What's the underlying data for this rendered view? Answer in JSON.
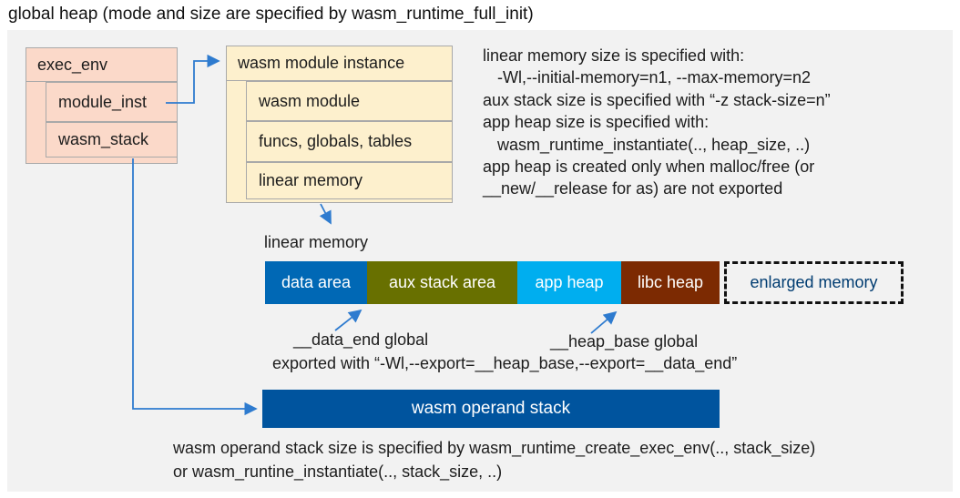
{
  "title": "global heap (mode and size are specified by wasm_runtime_full_init)",
  "exec_env": {
    "header": "exec_env",
    "rows": [
      "module_inst",
      "wasm_stack"
    ]
  },
  "module_instance": {
    "header": "wasm module instance",
    "rows": [
      "wasm module",
      "funcs, globals, tables",
      "linear memory"
    ]
  },
  "notes": {
    "lines": [
      "linear memory size is specified with:",
      "-Wl,--initial-memory=n1, --max-memory=n2",
      "aux stack size is specified with “-z stack-size=n”",
      "app heap size is specified with:",
      "wasm_runtime_instantiate(.., heap_size, ..)",
      "app heap is created only when malloc/free (or",
      "__new/__release for as) are not exported"
    ]
  },
  "linear_memory": {
    "label": "linear memory",
    "segments": [
      "data area",
      "aux stack area",
      "app heap",
      "libc heap",
      "enlarged memory"
    ],
    "annotations": {
      "data_end": "__data_end global",
      "heap_base": "__heap_base global",
      "exported": "exported with “-Wl,--export=__heap_base,--export=__data_end”"
    }
  },
  "operand_stack": {
    "label": "wasm operand stack",
    "note_line1": "wasm operand stack size is specified by wasm_runtime_create_exec_env(.., stack_size)",
    "note_line2": "or wasm_runtine_instantiate(.., stack_size, ..)"
  },
  "colors": {
    "panel-bg": "#f2f2f2",
    "box-pink": "#fbd9c9",
    "box-yellow": "#fdf0cd",
    "box-border": "#a9a9a9",
    "connector": "#2e7bcf",
    "seg-data": "#0068b5",
    "seg-aux": "#687000",
    "seg-appheap": "#00aeef",
    "seg-libc": "#7c2a02",
    "operand-bar": "#00549e",
    "enlarged-text": "#003c71",
    "text": "#1c1c1c"
  }
}
